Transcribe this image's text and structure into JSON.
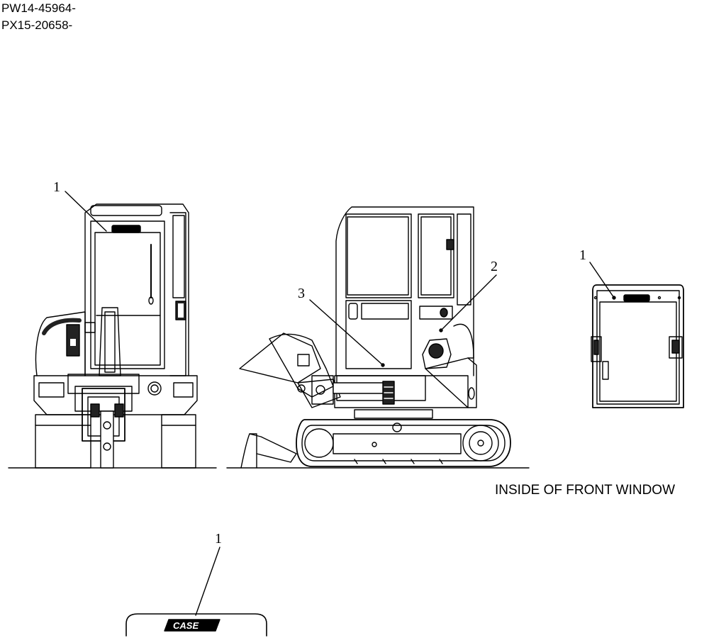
{
  "header": {
    "serial_lines": [
      "PW14-45964-",
      "PX15-20658-"
    ]
  },
  "callouts": {
    "rear_view_label": "1",
    "side_view_label_3": "3",
    "side_view_label_2": "2",
    "window_label": "1",
    "decal_label": "1"
  },
  "window_caption": "INSIDE OF FRONT WINDOW",
  "decal": {
    "logo_text": "CASE"
  },
  "icons": {
    "rear_view": "excavator-rear-view-drawing",
    "side_view": "excavator-side-view-drawing",
    "window_detail": "front-window-detail-drawing",
    "decal": "case-logo-decal"
  }
}
